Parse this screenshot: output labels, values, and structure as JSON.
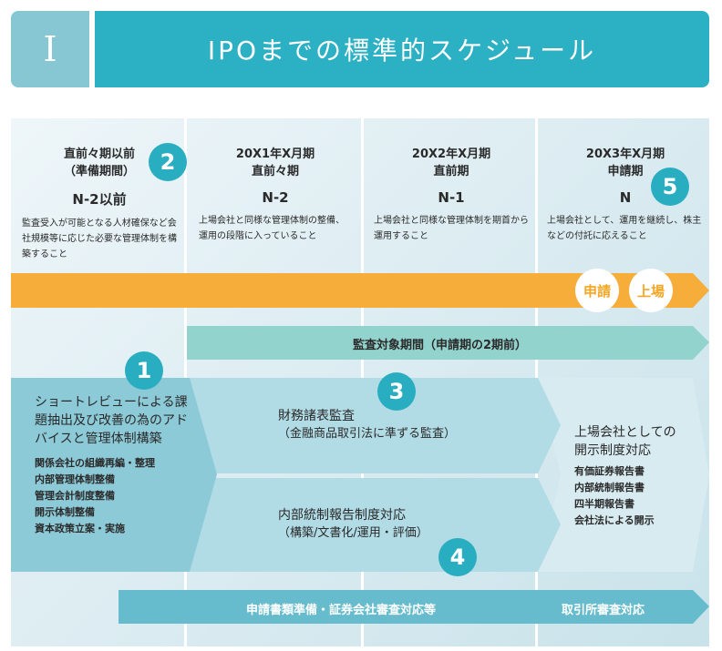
{
  "header": {
    "numeral": "I",
    "title": "IPOまでの標準的スケジュール"
  },
  "columns": [
    {
      "period": "直前々期以前",
      "sub": "（準備期間）",
      "code": "N-2以前",
      "desc": "監査受入が可能となる人材確保など会社規模等に応じた必要な管理体制を構築すること"
    },
    {
      "period": "20X1年X月期",
      "sub": "直前々期",
      "code": "N-2",
      "desc": "上場会社と同様な管理体制の整備、運用の段階に入っていること"
    },
    {
      "period": "20X2年X月期",
      "sub": "直前期",
      "code": "N-1",
      "desc": "上場会社と同様な管理体制を期首から運用すること"
    },
    {
      "period": "20X3年X月期",
      "sub": "申請期",
      "code": "N",
      "desc": "上場会社として、運用を継続し、株主などの付託に応えること"
    }
  ],
  "milestones": {
    "apply": "申請",
    "listing": "上場"
  },
  "audit_period": "監査対象期間（申請期の2期前）",
  "step1": {
    "title": "ショートレビューによる課題抽出及び改善の為のアドバイスと管理体制構築",
    "items": [
      "関係会社の組織再編・整理",
      "内部管理体制整備",
      "管理会計制度整備",
      "開示体制整備",
      "資本政策立案・実施"
    ]
  },
  "step3": {
    "title": "財務諸表監査",
    "sub": "（金融商品取引法に準ずる監査）"
  },
  "step4": {
    "title": "内部統制報告制度対応",
    "sub": "（構築/文書化/運用・評価）"
  },
  "listed": {
    "title": "上場会社としての開示制度対応",
    "items": [
      "有価証券報告書",
      "内部統制報告書",
      "四半期報告書",
      "会社法による開示"
    ]
  },
  "bottom": {
    "prep": "申請書類準備・証券会社審査対応等",
    "exchange": "取引所審査対応"
  },
  "badges": [
    "1",
    "2",
    "3",
    "4",
    "5"
  ]
}
